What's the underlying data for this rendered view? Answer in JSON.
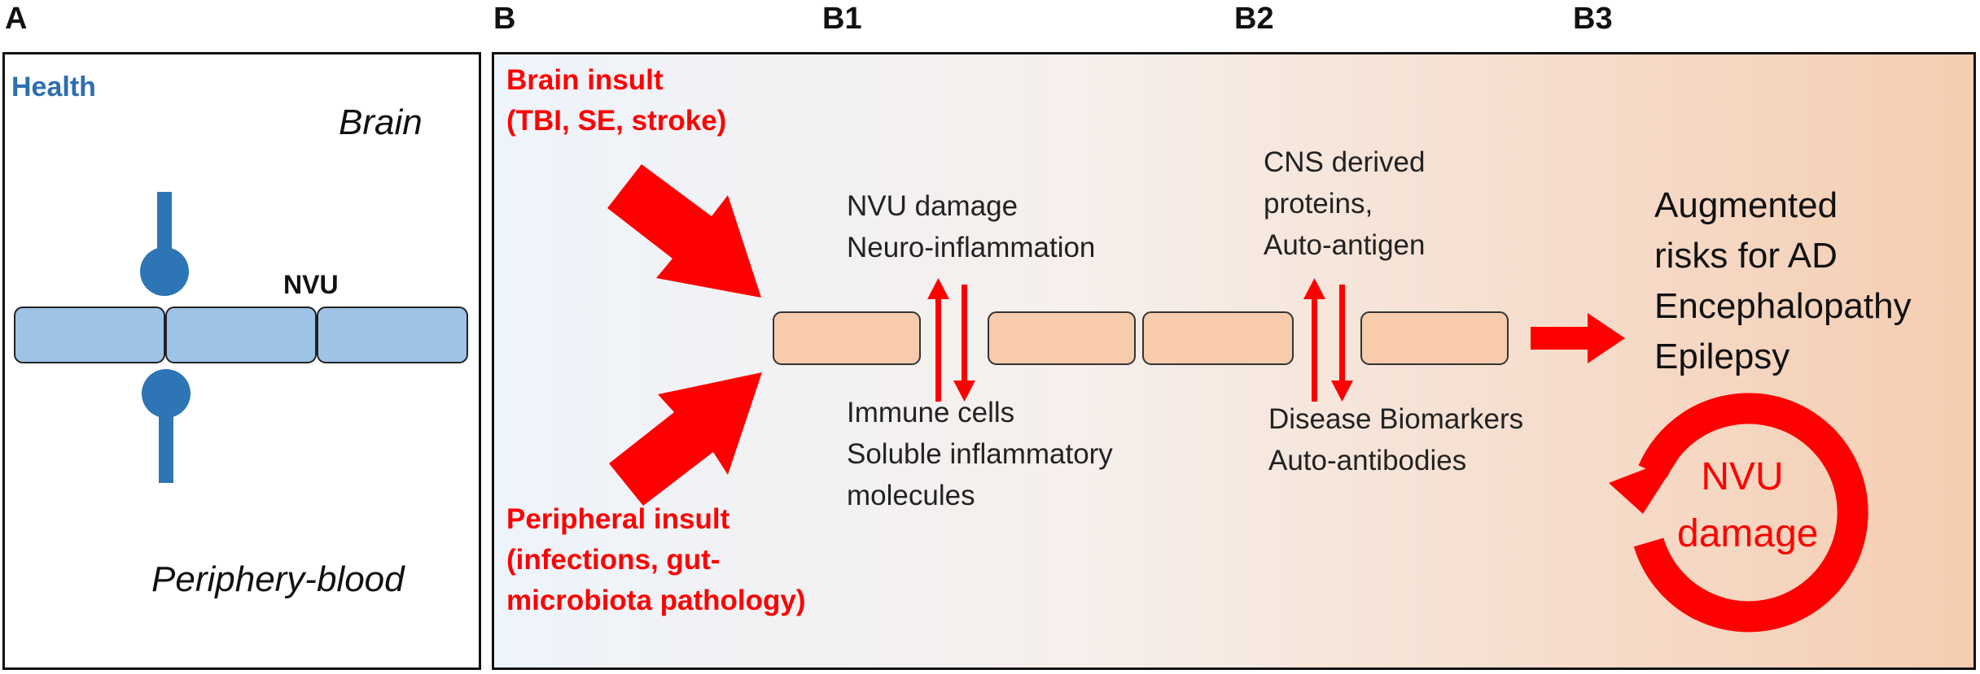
{
  "panel_labels": {
    "a": "A",
    "b": "B",
    "b1": "B1",
    "b2": "B2",
    "b3": "B3"
  },
  "panel_a": {
    "health": "Health",
    "brain": "Brain",
    "nvu": "NVU",
    "periphery": "Periphery-blood"
  },
  "panel_b": {
    "brain_insult": [
      "Brain insult",
      "(TBI, SE, stroke)"
    ],
    "peripheral_insult": [
      "Peripheral insult",
      "(infections, gut-",
      "microbiota pathology)"
    ],
    "b1_upper": [
      "NVU damage",
      "Neuro-inflammation"
    ],
    "b1_lower": [
      "Immune cells",
      "Soluble inflammatory",
      "molecules"
    ],
    "b2_upper": [
      "CNS derived",
      "proteins,",
      "Auto-antigen"
    ],
    "b2_lower": [
      "Disease Biomarkers",
      "Auto-antibodies"
    ],
    "outcomes": [
      "Augmented",
      "risks for AD",
      "Encephalopathy",
      "Epilepsy"
    ],
    "cycle_label": [
      "NVU",
      "damage"
    ]
  },
  "colors": {
    "red": "#ff0000",
    "health_blue": "#2e6fae",
    "cell_blue": "#9dc3e6",
    "cell_peach": "#f8cbad",
    "outline": "#222222"
  }
}
